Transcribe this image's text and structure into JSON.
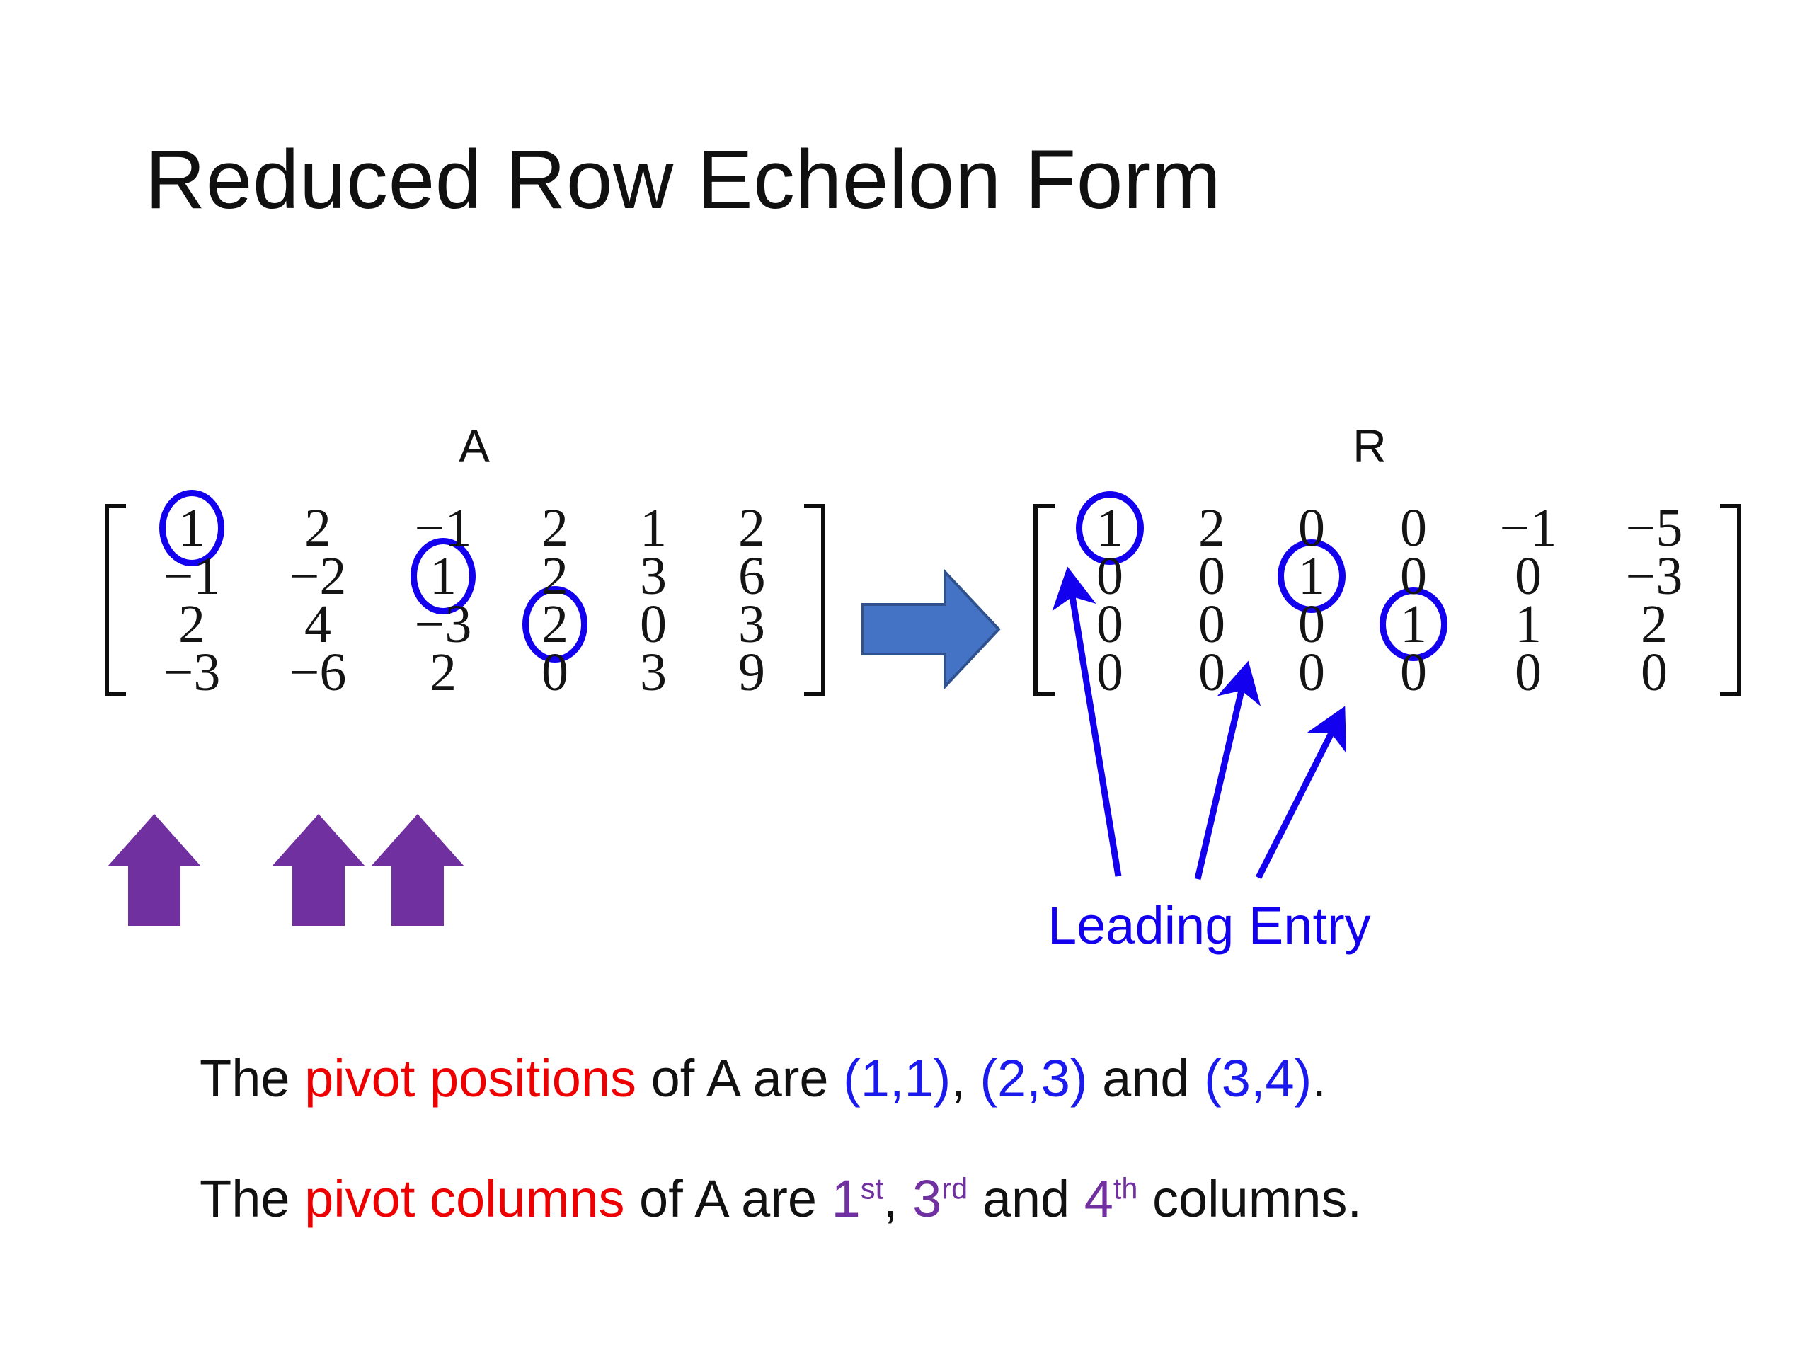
{
  "slide": {
    "title": "Reduced Row Echelon Form",
    "background": "#ffffff"
  },
  "colors": {
    "circle_blue": "#1200ee",
    "text_blue": "#1a1aee",
    "red": "#ee0000",
    "purple": "#7030a0",
    "arrow_blue_fill": "#4472c4",
    "arrow_blue_stroke": "#2f528f",
    "purple_arrow_fill": "#7030a0",
    "matrix_text": "#141414"
  },
  "matrix_a": {
    "label": "A",
    "rows": [
      [
        "1",
        "2",
        "−1",
        "2",
        "1",
        "2"
      ],
      [
        "−1",
        "−2",
        "1",
        "2",
        "3",
        "6"
      ],
      [
        "2",
        "4",
        "−3",
        "2",
        "0",
        "3"
      ],
      [
        "−3",
        "−6",
        "2",
        "0",
        "3",
        "9"
      ]
    ],
    "circled_cells": [
      [
        0,
        0
      ],
      [
        1,
        2
      ],
      [
        2,
        3
      ]
    ]
  },
  "matrix_r": {
    "label": "R",
    "rows": [
      [
        "1",
        "2",
        "0",
        "0",
        "−1",
        "−5"
      ],
      [
        "0",
        "0",
        "1",
        "0",
        "0",
        "−3"
      ],
      [
        "0",
        "0",
        "0",
        "1",
        "1",
        "2"
      ],
      [
        "0",
        "0",
        "0",
        "0",
        "0",
        "0"
      ]
    ],
    "circled_cells": [
      [
        0,
        0
      ],
      [
        1,
        2
      ],
      [
        2,
        3
      ]
    ]
  },
  "annotations": {
    "leading_entry_label": "Leading Entry",
    "pivot_column_arrow_count": 3,
    "leading_entry_arrow_count": 3
  },
  "sentences": {
    "line1": {
      "part1": "The ",
      "emph1": "pivot positions",
      "part2": " of A are ",
      "pos1": "(1,1)",
      "sep1": ", ",
      "pos2": "(2,3)",
      "sep2": " and ",
      "pos3": "(3,4)",
      "end": "."
    },
    "line2": {
      "part1": "The ",
      "emph1": "pivot columns",
      "part2": " of A are ",
      "col1_num": "1",
      "col1_sup": "st",
      "sep1": ", ",
      "col2_num": "3",
      "col2_sup": "rd",
      "sep2": " and ",
      "col3_num": "4",
      "col3_sup": "th",
      "end": " columns."
    }
  }
}
